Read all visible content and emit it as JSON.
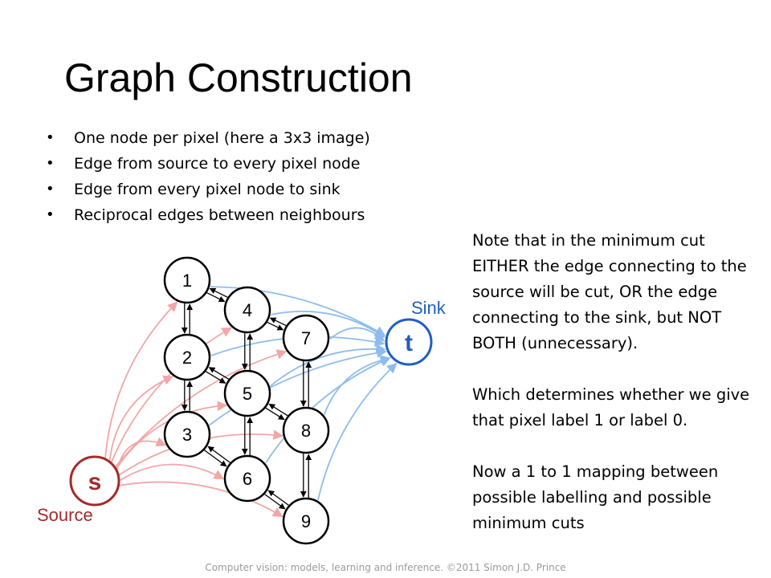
{
  "slide": {
    "title": "Graph Construction",
    "bullets": [
      "One node per pixel (here a 3x3 image)",
      "Edge from source to every pixel node",
      "Edge from every pixel node to sink",
      "Reciprocal edges between neighbours"
    ],
    "note": [
      "Note that in the minimum cut EITHER the edge connecting to the source will be cut, OR the edge connecting to the sink, but NOT BOTH (unnecessary).",
      "Which determines whether we give that pixel label 1 or label 0.",
      "Now a 1 to 1 mapping between possible labelling and possible minimum cuts"
    ],
    "footer": "Computer vision: models, learning and inference.  ©2011 Simon J.D. Prince"
  },
  "graph": {
    "nodes": [
      "1",
      "2",
      "3",
      "4",
      "5",
      "6",
      "7",
      "8",
      "9"
    ],
    "source": {
      "label": "s",
      "caption": "Source"
    },
    "sink": {
      "label": "t",
      "caption": "Sink"
    },
    "colors": {
      "source_edge": "#f2a6a6",
      "sink_edge": "#8fbcec",
      "source_node": "#a52a2a",
      "sink_node": "#1f5fbf",
      "pixel_edge": "#000000"
    }
  }
}
